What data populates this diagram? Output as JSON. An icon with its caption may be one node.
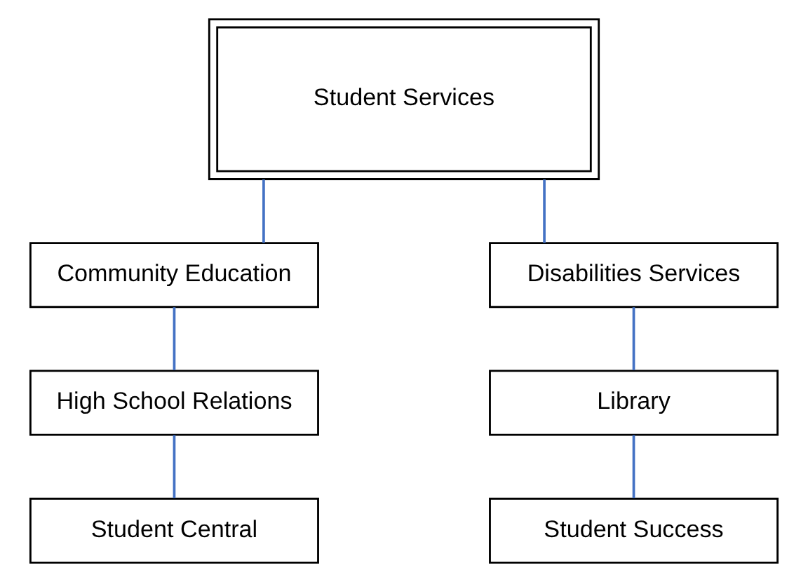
{
  "diagram": {
    "nodes": [
      {
        "text": [
          "Student Services"
        ]
      },
      {
        "text": [
          "Community Education"
        ]
      },
      {
        "text": [
          "Disabilities Services"
        ]
      },
      {
        "text": [
          "High School Relations"
        ]
      },
      {
        "text": [
          "Library"
        ]
      },
      {
        "text": [
          "Student Central"
        ]
      },
      {
        "text": [
          "Student Success"
        ]
      }
    ],
    "edges": [
      {
        "from": 0,
        "to": 1,
        "arrow": "none"
      },
      {
        "from": 0,
        "to": 2,
        "arrow": "none"
      },
      {
        "from": 1,
        "to": 3,
        "arrow": "none"
      },
      {
        "from": 3,
        "to": 5,
        "arrow": "none"
      },
      {
        "from": 2,
        "to": 4,
        "arrow": "none"
      },
      {
        "from": 4,
        "to": 6,
        "arrow": "none"
      }
    ]
  }
}
